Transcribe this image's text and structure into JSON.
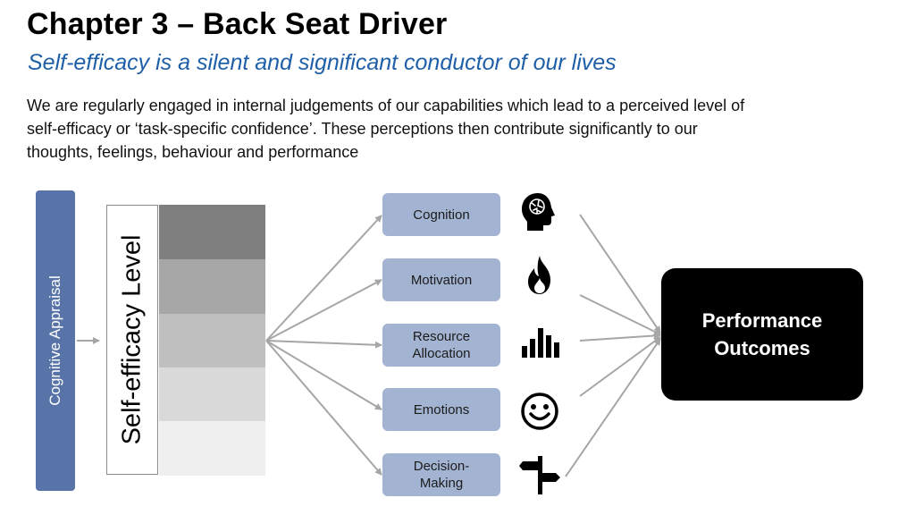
{
  "slide": {
    "title": "Chapter 3 – Back Seat Driver",
    "subtitle": "Self-efficacy is a silent and significant conductor of our lives",
    "body": "We are regularly engaged in internal judgements of our capabilities which lead to a perceived level of self-efficacy or ‘task-specific confidence’. These perceptions then contribute significantly to our thoughts, feelings, behaviour and performance"
  },
  "diagram": {
    "appraisal_label": "Cognitive Appraisal",
    "level_label": "Self-efficacy Level",
    "level_colors": [
      "#7f7f7f",
      "#a6a6a6",
      "#bfbfbf",
      "#d9d9d9",
      "#efefef"
    ],
    "nodes": [
      {
        "label": "Cognition",
        "icon": "brain-head-icon"
      },
      {
        "label": "Motivation",
        "icon": "flame-icon"
      },
      {
        "label": "Resource\nAllocation",
        "icon": "bar-chart-icon"
      },
      {
        "label": "Emotions",
        "icon": "smiley-face-icon"
      },
      {
        "label": "Decision-\nMaking",
        "icon": "signpost-icon"
      }
    ],
    "outcome_label": "Performance\nOutcomes",
    "colors": {
      "appraisal": "#5873a8",
      "node": "#a3b3d2",
      "outcome": "#000000",
      "subtitle": "#1f5fa8",
      "connector": "#a6a6a6"
    }
  }
}
